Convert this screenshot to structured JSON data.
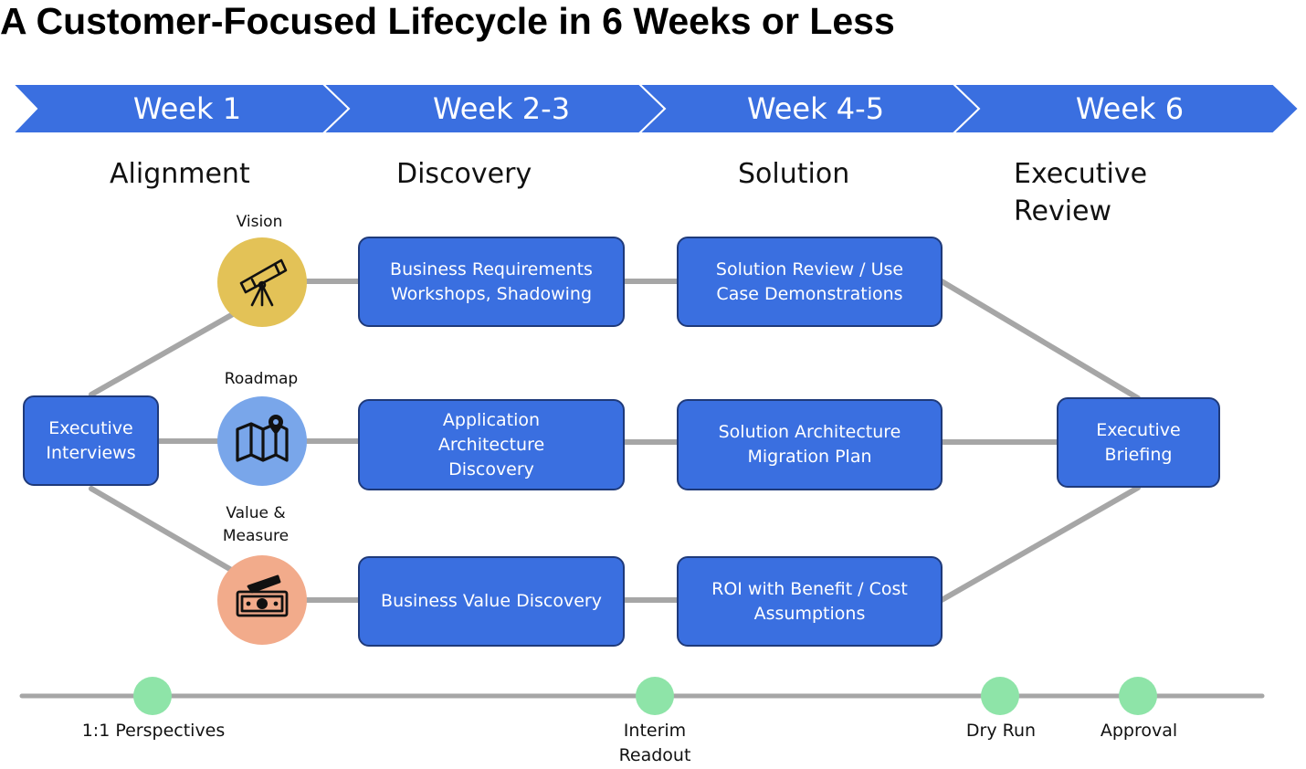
{
  "title": "A Customer-Focused Lifecycle in 6 Weeks or Less",
  "colors": {
    "chevron": "#3a6fe0",
    "box": "#3a6fe0",
    "box_border": "#1f3a7a",
    "connector": "#a6a6a6",
    "vision_circle": "#e3c257",
    "roadmap_circle": "#79a6ea",
    "value_circle": "#f2ab8b",
    "milestone": "#8ee4a8"
  },
  "weeks": [
    "Week 1",
    "Week 2-3",
    "Week 4-5",
    "Week 6"
  ],
  "phases": {
    "alignment": "Alignment",
    "discovery": "Discovery",
    "solution": "Solution",
    "review_line1": "Executive",
    "review_line2": "Review"
  },
  "tracks": {
    "vision": {
      "label": "Vision",
      "icon": "telescope-icon"
    },
    "roadmap": {
      "label": "Roadmap",
      "icon": "map-icon"
    },
    "value": {
      "label_line1": "Value &",
      "label_line2": "Measure",
      "icon": "money-icon"
    }
  },
  "boxes": {
    "executive_interviews": "Executive Interviews",
    "business_requirements": "Business Requirements Workshops, Shadowing",
    "application_architecture": "Application Architecture Discovery",
    "business_value": "Business Value Discovery",
    "solution_review": "Solution Review / Use Case Demonstrations",
    "solution_architecture": "Solution Architecture Migration Plan",
    "roi": "ROI with Benefit / Cost Assumptions",
    "executive_briefing": "Executive Briefing"
  },
  "milestones": {
    "perspectives": "1:1 Perspectives",
    "interim_line1": "Interim",
    "interim_line2": "Readout",
    "dry_run": "Dry Run",
    "approval": "Approval"
  }
}
